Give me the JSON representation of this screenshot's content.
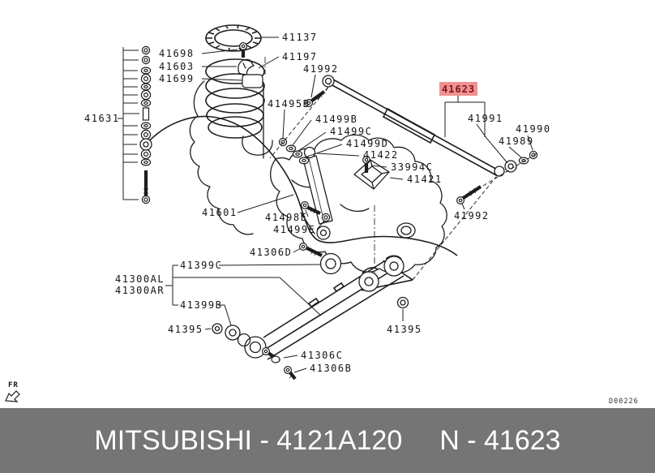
{
  "diagram": {
    "direction_indicator": "FR",
    "drawing_code": "D00226",
    "highlight": {
      "part": "41623",
      "bg": "#f09191",
      "fg": "#7a1517"
    },
    "line_color": "#1d1d1d",
    "parts": {
      "41137": "41137",
      "41197": "41197",
      "41698": "41698",
      "41603": "41603",
      "41699": "41699",
      "41631": "41631",
      "41992": "41992",
      "41495B": "41495B",
      "41499B": "41499B",
      "41499C": "41499C",
      "41499D": "41499D",
      "41422": "41422",
      "33994C": "33994C",
      "41421": "41421",
      "41623": "41623",
      "41991": "41991",
      "41990": "41990",
      "41989": "41989",
      "41601": "41601",
      "41498E": "41498E",
      "41499E": "41499E",
      "41306D": "41306D",
      "41399C": "41399C",
      "41300AL": "41300AL",
      "41300AR": "41300AR",
      "41399B": "41399B",
      "41395": "41395",
      "41306C": "41306C",
      "41306B": "41306B"
    }
  },
  "footer": {
    "left_text": "MITSUBISHI - 4121A120",
    "right_text": "N - 41623",
    "bg_color": "#757575",
    "text_color": "#ffffff"
  }
}
